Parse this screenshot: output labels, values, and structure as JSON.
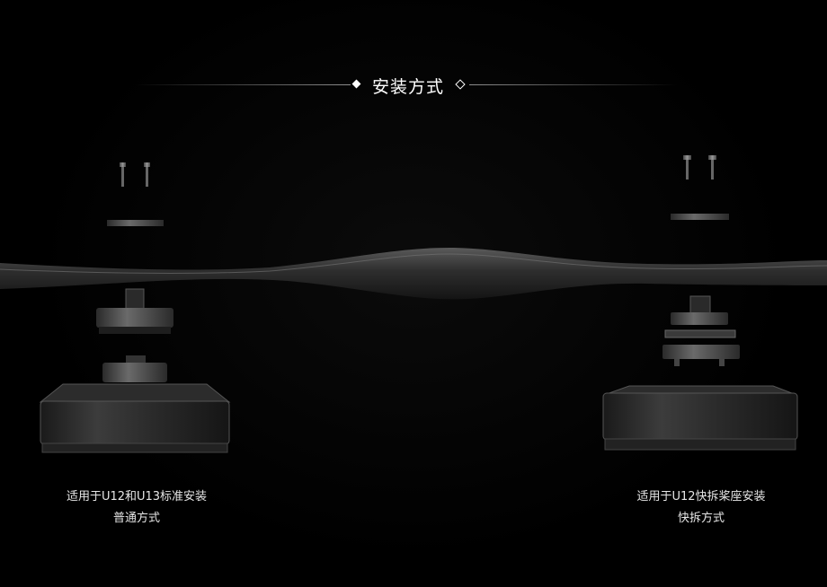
{
  "header": {
    "title": "安装方式"
  },
  "left": {
    "caption_line1": "适用于U12和U13标准安装",
    "caption_line2": "普通方式"
  },
  "right": {
    "caption_line1": "适用于U12快拆桨座安装",
    "caption_line2": "快拆方式"
  },
  "colors": {
    "background": "#000000",
    "text": "#ffffff",
    "motor_body": "#2b2b2b",
    "propeller": "#3a3a3a"
  },
  "icons": {
    "left_marker": "diamond-solid-icon",
    "right_marker": "diamond-hollow-icon"
  }
}
